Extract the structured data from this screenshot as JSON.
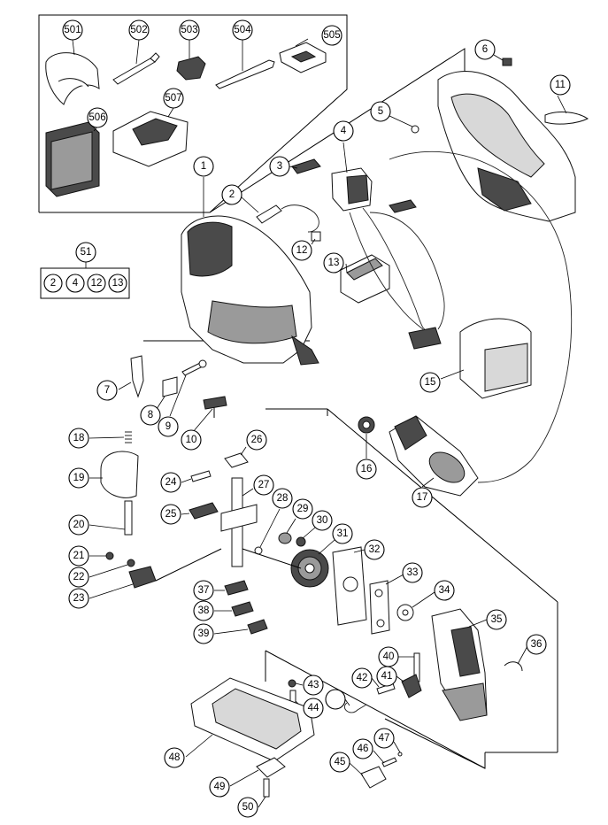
{
  "callouts": {
    "c501": "501",
    "c502": "502",
    "c503": "503",
    "c504": "504",
    "c505": "505",
    "c506": "506",
    "c507": "507",
    "c1": "1",
    "c2": "2",
    "c3": "3",
    "c4": "4",
    "c5": "5",
    "c6": "6",
    "c7": "7",
    "c8": "8",
    "c9": "9",
    "c10": "10",
    "c11": "11",
    "c12": "12",
    "c13": "13",
    "c15": "15",
    "c16": "16",
    "c17": "17",
    "c18": "18",
    "c19": "19",
    "c20": "20",
    "c21": "21",
    "c22": "22",
    "c23": "23",
    "c24": "24",
    "c25": "25",
    "c26": "26",
    "c27": "27",
    "c28": "28",
    "c29": "29",
    "c30": "30",
    "c31": "31",
    "c32": "32",
    "c33": "33",
    "c34": "34",
    "c35": "35",
    "c36": "36",
    "c37": "37",
    "c38": "38",
    "c39": "39",
    "c40": "40",
    "c41": "41",
    "c42": "42",
    "c43": "43",
    "c44": "44",
    "c45": "45",
    "c46": "46",
    "c47": "47",
    "c48": "48",
    "c49": "49",
    "c50": "50",
    "c51": "51"
  },
  "kit_51": {
    "label": "51",
    "contents": [
      "2",
      "4",
      "12",
      "13"
    ]
  }
}
